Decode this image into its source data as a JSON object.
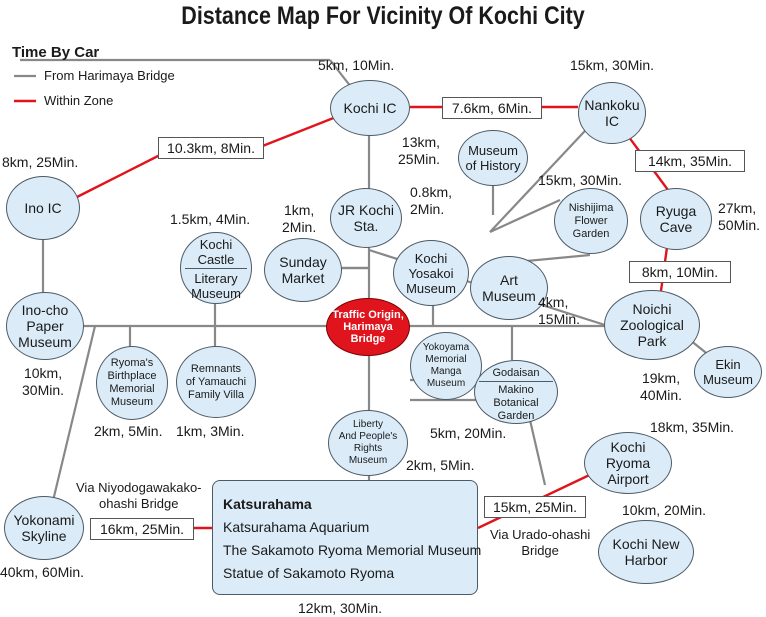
{
  "title": "Distance Map For Vicinity Of Kochi City",
  "legend": {
    "title": "Time By Car",
    "items": [
      {
        "label": "From Harimaya Bridge",
        "color": "#888888"
      },
      {
        "label": "Within Zone",
        "color": "#e0141c"
      }
    ]
  },
  "colors": {
    "node_fill": "#dbecf8",
    "node_border": "#4d5b66",
    "origin": "#e0141c",
    "road": "#888888",
    "zone_road": "#e0141c"
  },
  "nodes": {
    "kochi_ic": "Kochi IC",
    "nankoku_ic": "Nankoku\nIC",
    "ino_ic": "Ino IC",
    "museum_history": "Museum\nof History",
    "jr_kochi": "JR Kochi\nSta.",
    "nishijima": "Nishijima\nFlower\nGarden",
    "ryuga_cave": "Ryuga\nCave",
    "kochi_castle_top": "Kochi\nCastle",
    "kochi_castle_bottom": "Literary\nMuseum",
    "sunday_market": "Sunday\nMarket",
    "yosakoi": "Kochi\nYosakoi\nMuseum",
    "art_museum": "Art\nMuseum",
    "ino_paper": "Ino-cho\nPaper\nMuseum",
    "origin": "Traffic Origin,\nHarimaya\nBridge",
    "noichi_zoo": "Noichi\nZoological\nPark",
    "ekin": "Ekin\nMuseum",
    "ryoma_birthplace": "Ryoma's\nBirthplace\nMemorial\nMuseum",
    "yamauchi": "Remnants\nof Yamauchi\nFamily Villa",
    "yokoyama": "Yokoyama\nMemorial\nManga\nMuseum",
    "godaisan_top": "Godaisan",
    "godaisan_bottom": "Makino\nBotanical\nGarden",
    "liberty": "Liberty\nAnd People's\nRights\nMuseum",
    "ryoma_airport": "Kochi\nRyoma\nAirport",
    "yokonami": "Yokonami\nSkyline",
    "kochi_harbor": "Kochi New\nHarbor"
  },
  "katsurahama": {
    "heading": "Katsurahama",
    "items": [
      "Katsurahama Aquarium",
      "The Sakamoto Ryoma Memorial Museum",
      "Statue of Sakamoto Ryoma"
    ]
  },
  "distances": {
    "kochi_ic": "5km, 10Min.",
    "nankoku_ic": "15km, 30Min.",
    "ino_ic": "8km, 25Min.",
    "museum_history": "13km,\n25Min.",
    "jr_kochi": "1km,\n2Min.",
    "jr_kochi_b": "0.8km,\n2Min.",
    "nishijima": "15km, 30Min.",
    "ryuga": "27km,\n50Min.",
    "kochi_castle": "1.5km, 4Min.",
    "art_museum": "4km,\n15Min.",
    "ino_paper": "10km,\n30Min.",
    "noichi": "19km,\n40Min.",
    "ryoma_birthplace": "2km, 5Min.",
    "yamauchi": "1km, 3Min.",
    "godaisan": "5km, 20Min.",
    "liberty": "2km, 5Min.",
    "airport": "18km, 35Min.",
    "harbor": "10km, 20Min.",
    "yokonami": "40km, 60Min.",
    "katsurahama": "12km, 30Min."
  },
  "zone_boxes": {
    "ic_ic": "7.6km, 6Min.",
    "ino_kochi": "10.3km, 8Min.",
    "nankoku_ryuga": "14km, 35Min.",
    "ryuga_noichi": "8km, 10Min.",
    "yokonami_katsura": "16km, 25Min.",
    "katsura_airport": "15km, 25Min."
  },
  "notes": {
    "niyodo": "Via Niyodogawakako-\nohashi Bridge",
    "urado": "Via Urado-ohashi\nBridge"
  }
}
